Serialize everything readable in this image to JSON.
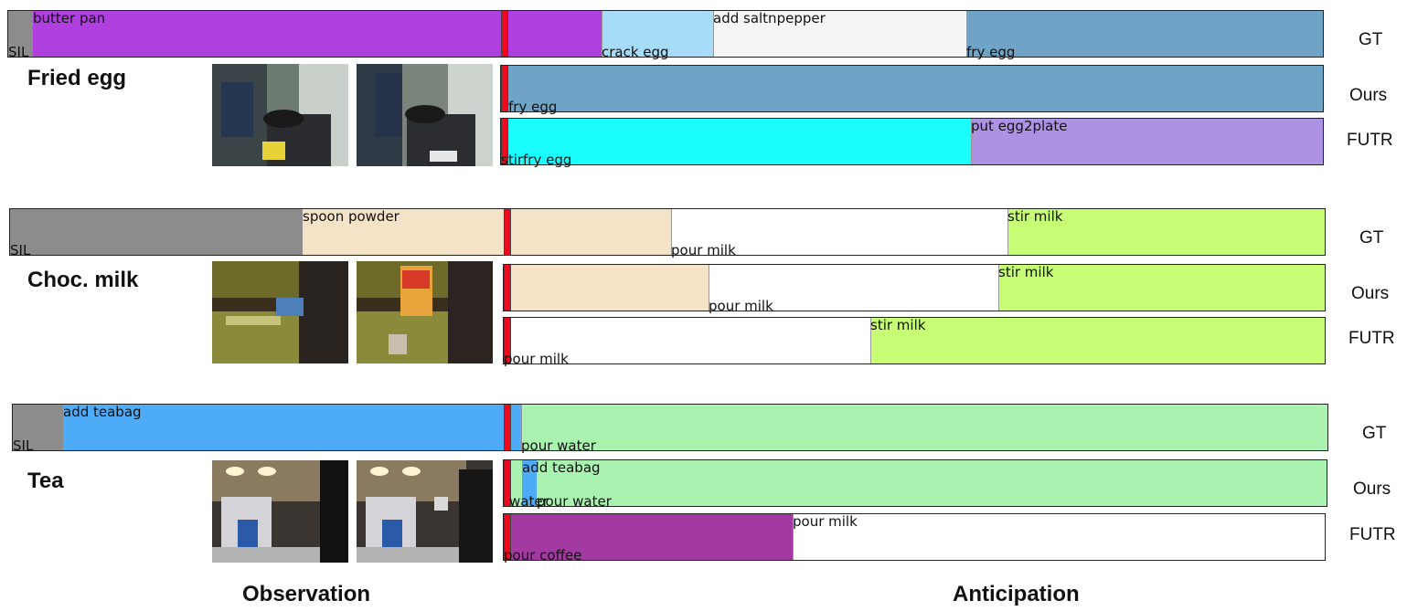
{
  "captions": {
    "observation": "Observation",
    "anticipation": "Anticipation"
  },
  "row_labels": {
    "gt": "GT",
    "ours": "Ours",
    "futr": "FUTR"
  },
  "examples": [
    {
      "title": "Fried egg",
      "gt": {
        "segments": [
          {
            "label": "SIL",
            "color": "#8c8c8c",
            "label_pos": "bottom"
          },
          {
            "label": "butter pan",
            "color": "#b03fdf",
            "label_pos": "top"
          },
          {
            "label": "",
            "color": "#b03fdf"
          },
          {
            "label": "crack egg",
            "color": "#a6dcf7",
            "label_pos": "bottom"
          },
          {
            "label": "add saltnpepper",
            "color": "#f5f5f5",
            "label_pos": "top"
          },
          {
            "label": "fry egg",
            "color": "#6fa4c7",
            "label_pos": "bottom"
          }
        ]
      },
      "ours": {
        "segments": [
          {
            "label": "fry egg",
            "color": "#6fa4c7",
            "label_pos": "bottom"
          }
        ]
      },
      "futr": {
        "segments": [
          {
            "label": "stirfry egg",
            "color": "#1bfefe",
            "label_pos": "bottom"
          },
          {
            "label": "put egg2plate",
            "color": "#ab92e3",
            "label_pos": "top"
          }
        ]
      }
    },
    {
      "title": "Choc. milk",
      "gt": {
        "segments": [
          {
            "label": "SIL",
            "color": "#8c8c8c",
            "label_pos": "bottom"
          },
          {
            "label": "spoon powder",
            "color": "#f5e3c8",
            "label_pos": "top"
          },
          {
            "label": "",
            "color": "#f5e3c8"
          },
          {
            "label": "pour milk",
            "color": "#ffffff",
            "label_pos": "bottom"
          },
          {
            "label": "stir milk",
            "color": "#c6fd75",
            "label_pos": "top"
          }
        ]
      },
      "ours": {
        "segments": [
          {
            "label": "",
            "color": "#f5e3c8"
          },
          {
            "label": "pour milk",
            "color": "#ffffff",
            "label_pos": "bottom"
          },
          {
            "label": "stir milk",
            "color": "#c6fd75",
            "label_pos": "top"
          }
        ]
      },
      "futr": {
        "segments": [
          {
            "label": "pour milk",
            "color": "#ffffff",
            "label_pos": "bottom"
          },
          {
            "label": "stir milk",
            "color": "#c6fd75",
            "label_pos": "top"
          }
        ]
      }
    },
    {
      "title": "Tea",
      "gt": {
        "segments": [
          {
            "label": "SIL",
            "color": "#8c8c8c",
            "label_pos": "bottom"
          },
          {
            "label": "add teabag",
            "color": "#4eabf7",
            "label_pos": "top"
          },
          {
            "label": "",
            "color": "#4eabf7"
          },
          {
            "label": "pour water",
            "color": "#a9f2b0",
            "label_pos": "bottom"
          }
        ]
      },
      "ours": {
        "segments": [
          {
            "label": "water",
            "color": "#a9f2b0",
            "label_pos": "bottom"
          },
          {
            "label": "add teabag",
            "color": "#4eabf7",
            "label_pos": "top"
          },
          {
            "label": "pour water",
            "color": "#a9f2b0",
            "label_pos": "bottom"
          }
        ]
      },
      "futr": {
        "segments": [
          {
            "label": "pour coffee",
            "color": "#a23aa1",
            "label_pos": "bottom"
          },
          {
            "label": "pour milk",
            "color": "#ffffff",
            "label_pos": "top"
          }
        ]
      }
    }
  ]
}
